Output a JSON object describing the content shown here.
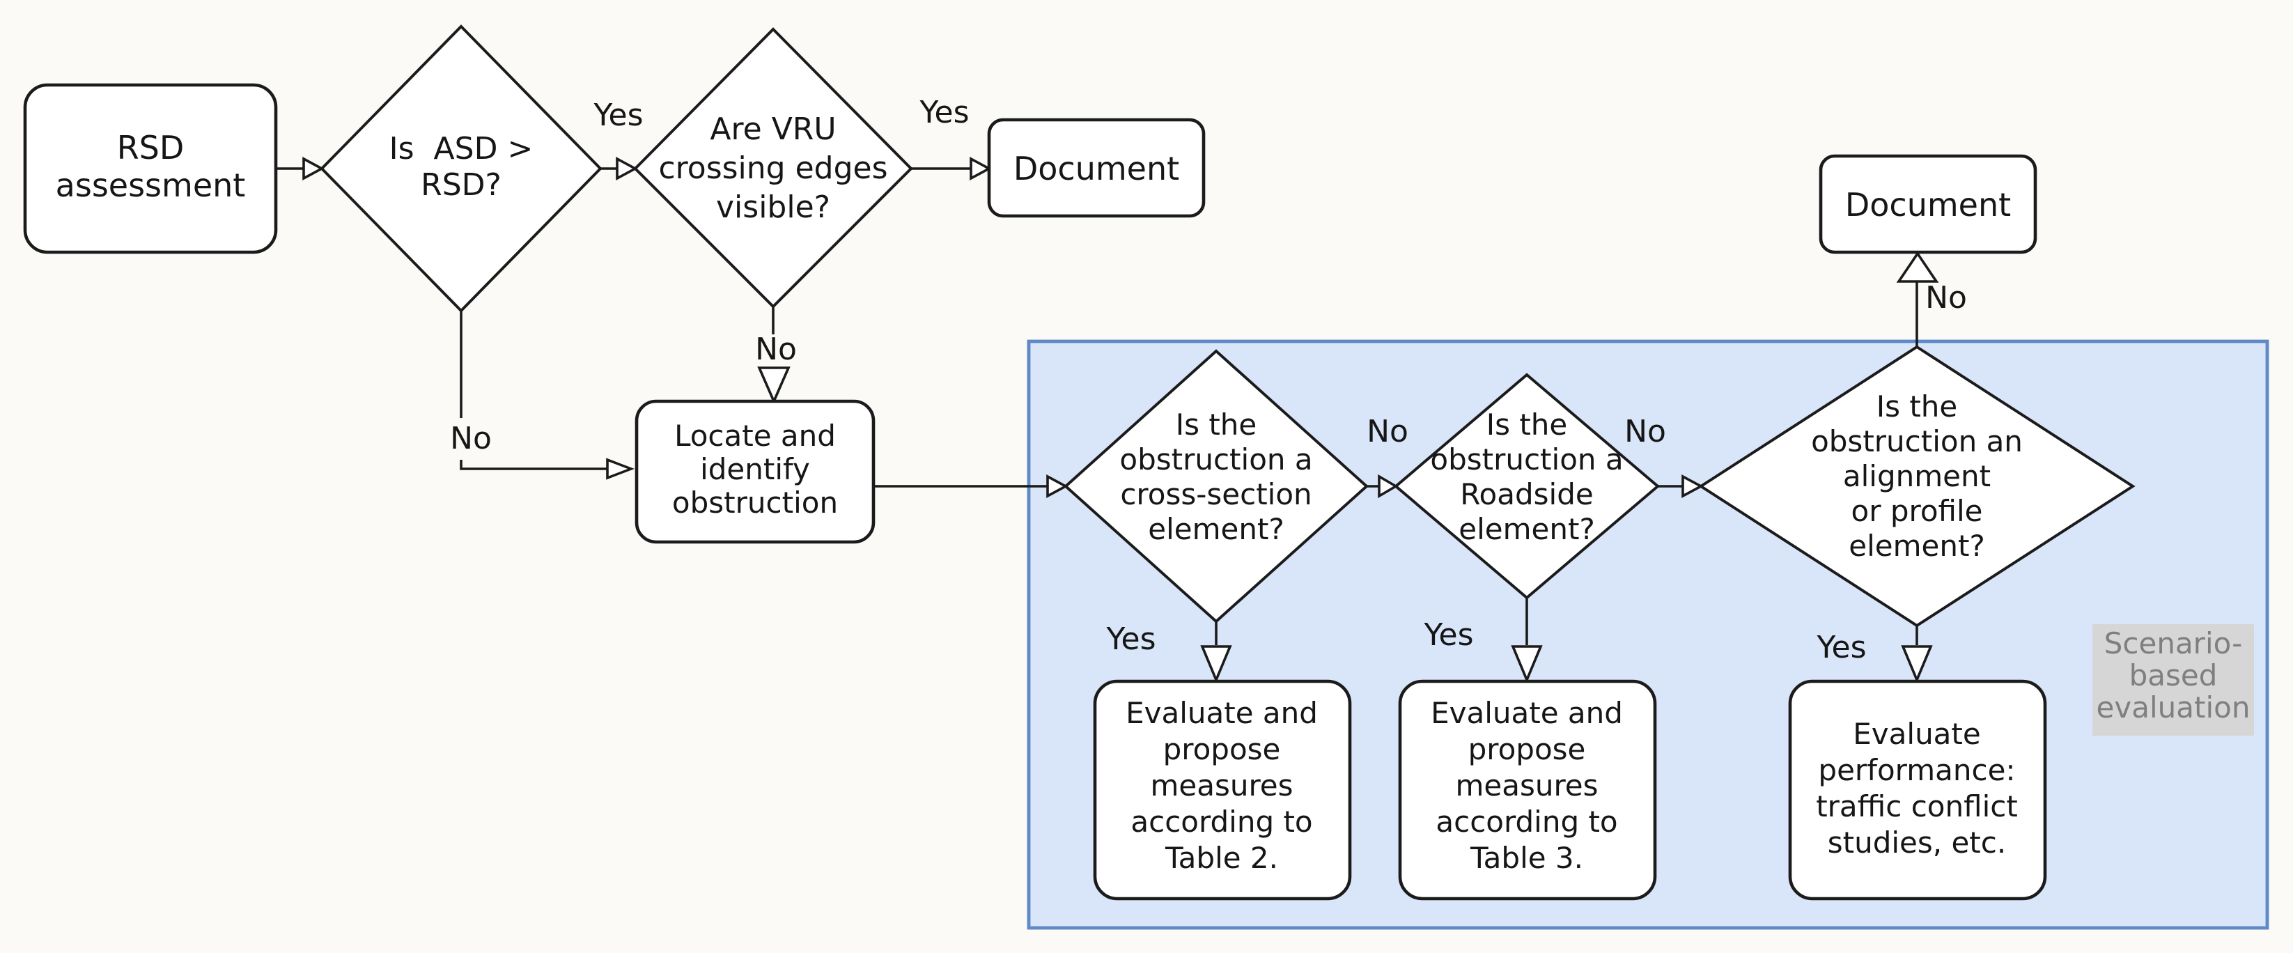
{
  "diagram_type": "flowchart",
  "colors": {
    "background": "#fbfaf7",
    "shape_fill": "#ffffff",
    "shape_stroke": "#1b1b1b",
    "region_fill": "#d9e5f8",
    "region_stroke": "#5e88c6",
    "callout_bg": "#d6d6d6",
    "callout_text": "#7f7f7f",
    "text": "#161616"
  },
  "nodes": {
    "start": {
      "type": "rounded-rect",
      "lines": [
        "RSD",
        "assessment"
      ]
    },
    "decision_asd": {
      "type": "decision",
      "lines": [
        "Is  ASD >",
        "RSD?"
      ]
    },
    "decision_vru": {
      "type": "decision",
      "lines": [
        "Are VRU",
        "crossing edges",
        "visible?"
      ]
    },
    "document_top": {
      "type": "rounded-rect",
      "lines": [
        "Document"
      ]
    },
    "locate": {
      "type": "rounded-rect",
      "lines": [
        "Locate and",
        "identify",
        "obstruction"
      ]
    },
    "decision_cross_section": {
      "type": "decision",
      "lines": [
        "Is the",
        "obstruction a",
        "cross-section",
        "element?"
      ]
    },
    "decision_roadside": {
      "type": "decision",
      "lines": [
        "Is the",
        "obstruction a",
        "Roadside",
        "element?"
      ]
    },
    "decision_alignment": {
      "type": "decision",
      "lines": [
        "Is the",
        "obstruction an",
        "alignment",
        "or profile",
        "element?"
      ]
    },
    "evaluate_table2": {
      "type": "rounded-rect",
      "lines": [
        "Evaluate and",
        "propose",
        "measures",
        "according to",
        "Table 2."
      ]
    },
    "evaluate_table3": {
      "type": "rounded-rect",
      "lines": [
        "Evaluate and",
        "propose",
        "measures",
        "according to",
        "Table 3."
      ]
    },
    "evaluate_performance": {
      "type": "rounded-rect",
      "lines": [
        "Evaluate",
        "performance:",
        "traffic conflict",
        "studies, etc."
      ]
    },
    "document_right": {
      "type": "rounded-rect",
      "lines": [
        "Document"
      ]
    }
  },
  "edge_labels": {
    "asd_yes": "Yes",
    "vru_yes": "Yes",
    "asd_no": "No",
    "vru_no": "No",
    "cross_no": "No",
    "roadside_no": "No",
    "alignment_no": "No",
    "cross_yes": "Yes",
    "roadside_yes": "Yes",
    "alignment_yes": "Yes"
  },
  "region": {
    "label_lines": [
      "Scenario-",
      "based",
      "evaluation"
    ]
  }
}
